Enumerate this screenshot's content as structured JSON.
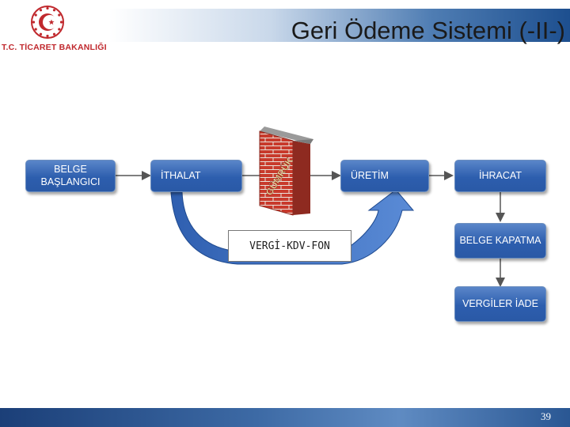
{
  "header": {
    "title": "Geri Ödeme Sistemi (-II-)",
    "org_name": "T.C. TİCARET BAKANLIĞI"
  },
  "nodes": {
    "belge_baslangici": "BELGE BAŞLANGICI",
    "ithalat": "İTHALAT",
    "uretim": "ÜRETİM",
    "ihracat": "İHRACAT",
    "belge_kapatma": "BELGE KAPATMA",
    "vergiler_iade": "VERGİLER İADE"
  },
  "wall_label": "GÜMRÜK",
  "vergi_label": "VERGİ-KDV-FON",
  "footer": {
    "page_number": "39"
  },
  "colors": {
    "node_blue": "#2d5eae",
    "arrow_blue": "#3a6dc0",
    "brand_red": "#c0282d",
    "brick": "#c83a2c"
  }
}
